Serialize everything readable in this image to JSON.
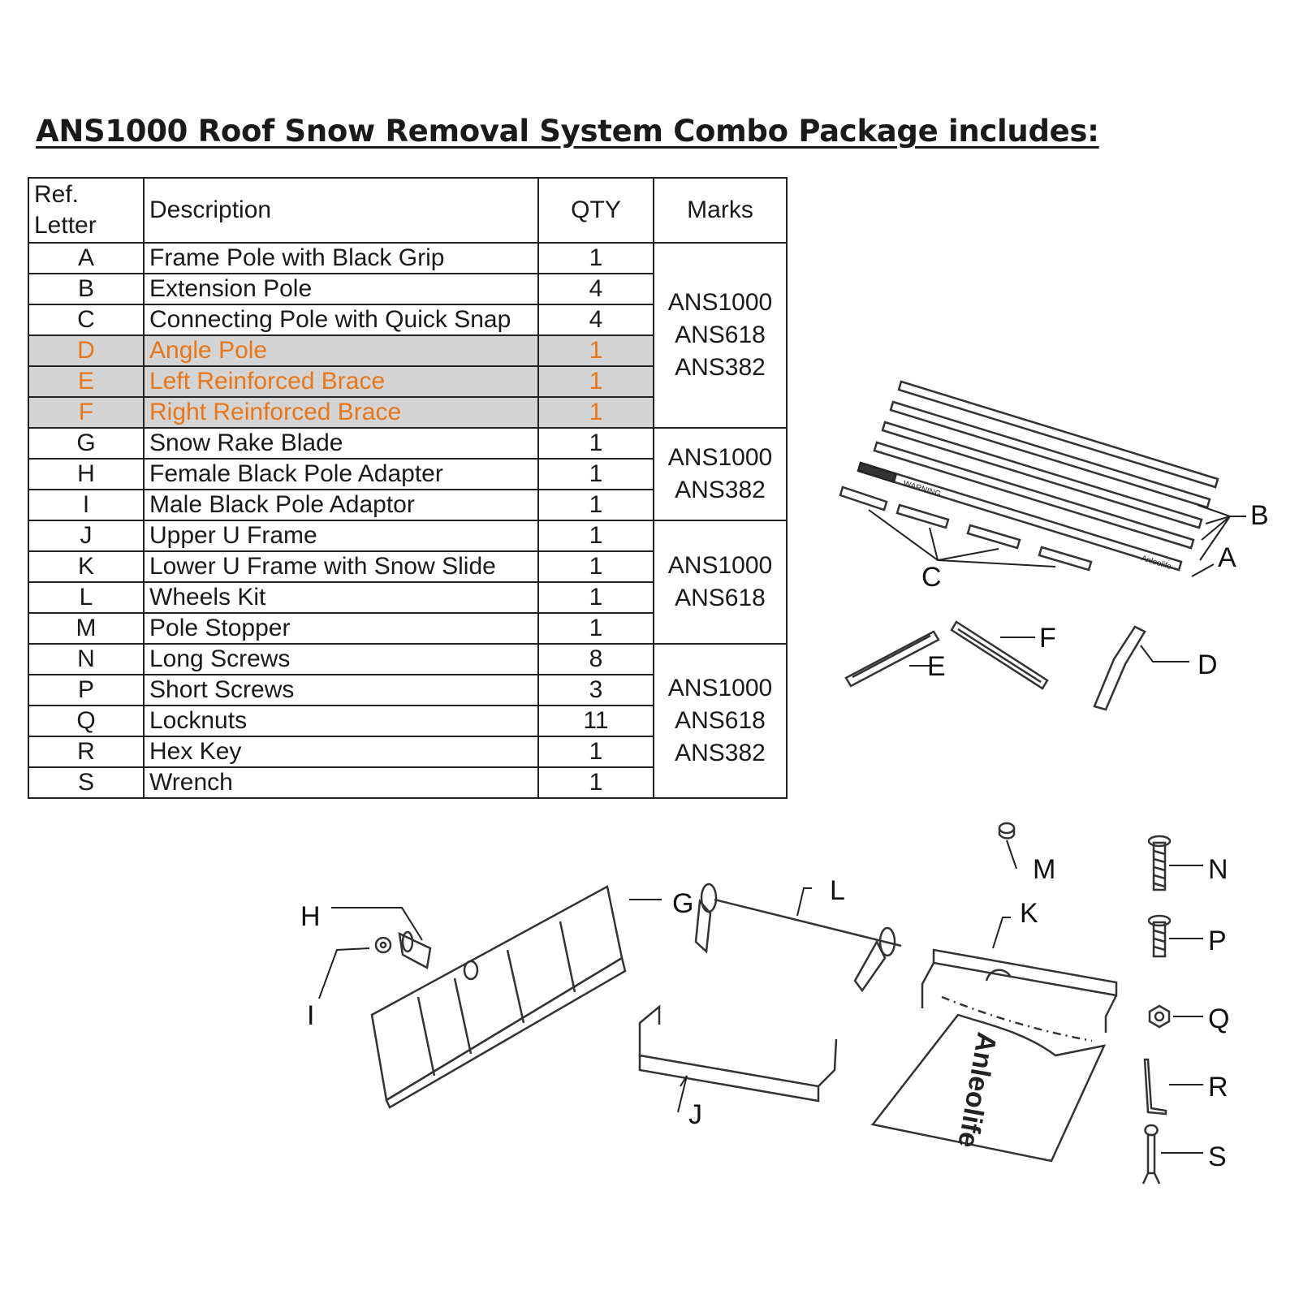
{
  "title": "ANS1000 Roof Snow Removal System Combo Package includes:",
  "table": {
    "headers": {
      "ref": "Ref.\nLetter",
      "description": "Description",
      "qty": "QTY",
      "marks": "Marks"
    },
    "rows": [
      {
        "ref": "A",
        "description": "Frame Pole with Black Grip",
        "qty": "1"
      },
      {
        "ref": "B",
        "description": "Extension Pole",
        "qty": "4"
      },
      {
        "ref": "C",
        "description": "Connecting Pole with Quick Snap",
        "qty": "4"
      },
      {
        "ref": "D",
        "description": "Angle Pole",
        "qty": "1"
      },
      {
        "ref": "E",
        "description": "Left Reinforced Brace",
        "qty": "1"
      },
      {
        "ref": "F",
        "description": "Right Reinforced Brace",
        "qty": "1"
      },
      {
        "ref": "G",
        "description": "Snow Rake Blade",
        "qty": "1"
      },
      {
        "ref": "H",
        "description": "Female Black Pole Adapter",
        "qty": "1"
      },
      {
        "ref": "I",
        "description": "Male Black Pole Adaptor",
        "qty": "1"
      },
      {
        "ref": "J",
        "description": "Upper U Frame",
        "qty": "1"
      },
      {
        "ref": "K",
        "description": "Lower U Frame with Snow Slide",
        "qty": "1"
      },
      {
        "ref": "L",
        "description": "Wheels Kit",
        "qty": "1"
      },
      {
        "ref": "M",
        "description": "Pole Stopper",
        "qty": "1"
      },
      {
        "ref": "N",
        "description": "Long Screws",
        "qty": "8"
      },
      {
        "ref": "P",
        "description": "Short Screws",
        "qty": "3"
      },
      {
        "ref": "Q",
        "description": "Locknuts",
        "qty": "11"
      },
      {
        "ref": "R",
        "description": "Hex Key",
        "qty": "1"
      },
      {
        "ref": "S",
        "description": "Wrench",
        "qty": "1"
      }
    ],
    "mark_groups": [
      {
        "start": 0,
        "span": 6,
        "text": "ANS1000\nANS618\nANS382"
      },
      {
        "start": 6,
        "span": 3,
        "text": "ANS1000\nANS382"
      },
      {
        "start": 9,
        "span": 4,
        "text": "ANS1000\nANS618"
      },
      {
        "start": 13,
        "span": 5,
        "text": "ANS1000\nANS618\nANS382"
      }
    ],
    "highlighted_rows": [
      3,
      4,
      5
    ],
    "highlight_bg": "#d4d4d4",
    "highlight_text": "#e8761a"
  },
  "diagram": {
    "labels": {
      "A": "A",
      "B": "B",
      "C": "C",
      "D": "D",
      "E": "E",
      "F": "F",
      "G": "G",
      "H": "H",
      "I": "I",
      "J": "J",
      "K": "K",
      "L": "L",
      "M": "M",
      "N": "N",
      "P": "P",
      "Q": "Q",
      "R": "R",
      "S": "S"
    },
    "pole_warning_text": "WARNING",
    "pole_brand_text": "Anleolife",
    "slide_brand_text": "Anleolife"
  }
}
